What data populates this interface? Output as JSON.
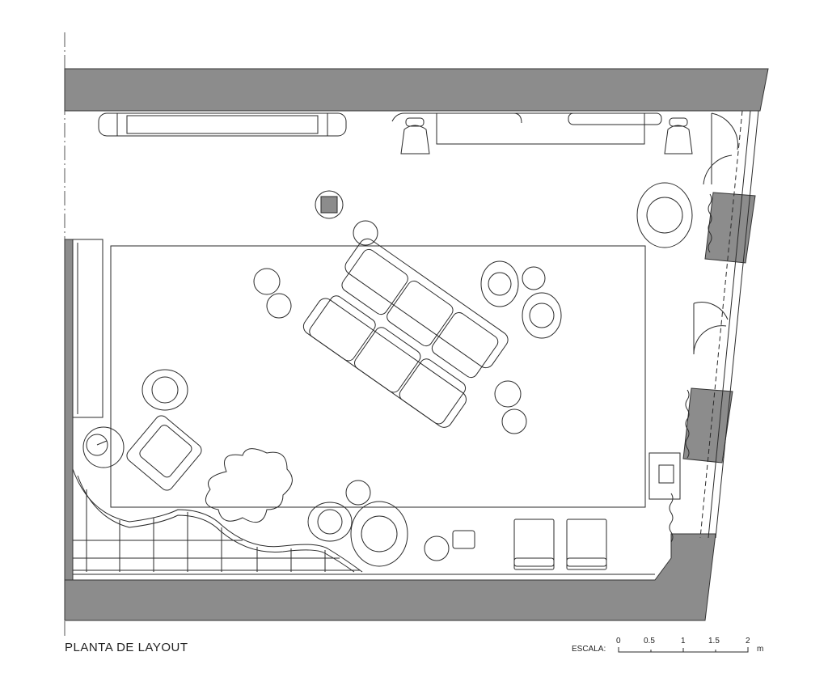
{
  "title": "PLANTA DE LAYOUT",
  "scale": {
    "label": "ESCALA:",
    "ticks": [
      "0",
      "0.5",
      "1",
      "1.5",
      "2"
    ],
    "unit": "m"
  },
  "colors": {
    "wall_fill": "#8c8c8c",
    "line": "#2a2a2a",
    "background": "#ffffff"
  }
}
